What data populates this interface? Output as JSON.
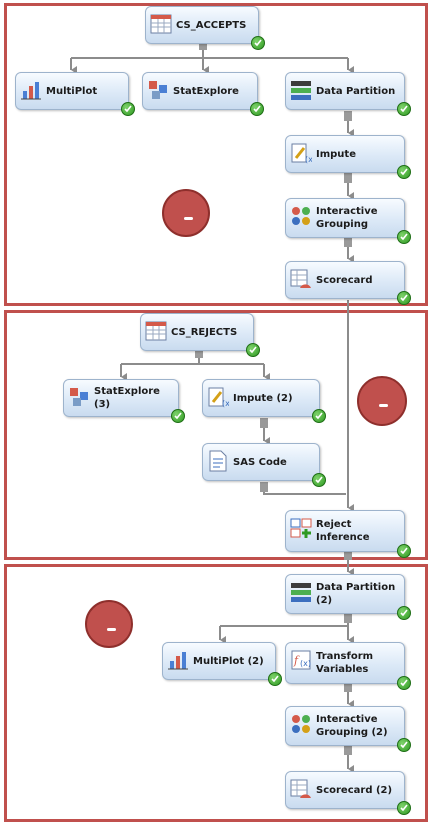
{
  "sections": [
    {
      "name": "accepts-section"
    },
    {
      "name": "rejects-section"
    },
    {
      "name": "final-section"
    }
  ],
  "nodes": {
    "cs_accepts": {
      "label": "CS_ACCEPTS",
      "icon": "data-source-icon",
      "status": "completed"
    },
    "multiplot": {
      "label": "MultiPlot",
      "icon": "multiplot-icon",
      "status": "completed"
    },
    "statexplore": {
      "label": "StatExplore",
      "icon": "statexplore-icon",
      "status": "completed"
    },
    "data_partition": {
      "label": "Data Partition",
      "icon": "data-partition-icon",
      "status": "completed"
    },
    "impute": {
      "label": "Impute",
      "icon": "impute-icon",
      "status": "completed"
    },
    "interactive_grouping": {
      "label": "Interactive Grouping",
      "icon": "interactive-grouping-icon",
      "status": "completed"
    },
    "scorecard": {
      "label": "Scorecard",
      "icon": "scorecard-icon",
      "status": "completed"
    },
    "cs_rejects": {
      "label": "CS_REJECTS",
      "icon": "data-source-icon",
      "status": "completed"
    },
    "statexplore_3": {
      "label": "StatExplore (3)",
      "icon": "statexplore-icon",
      "status": "completed"
    },
    "impute_2": {
      "label": "Impute (2)",
      "icon": "impute-icon",
      "status": "completed"
    },
    "sas_code": {
      "label": "SAS Code",
      "icon": "sas-code-icon",
      "status": "completed"
    },
    "reject_inference": {
      "label": "Reject Inference",
      "icon": "reject-inference-icon",
      "status": "completed"
    },
    "data_partition_2": {
      "label": "Data Partition (2)",
      "icon": "data-partition-icon",
      "status": "completed"
    },
    "multiplot_2": {
      "label": "MultiPlot (2)",
      "icon": "multiplot-icon",
      "status": "completed"
    },
    "transform_variables": {
      "label": "Transform Variables",
      "icon": "transform-variables-icon",
      "status": "completed"
    },
    "interactive_grouping_2": {
      "label": "Interactive Grouping (2)",
      "icon": "interactive-grouping-icon",
      "status": "completed"
    },
    "scorecard_2": {
      "label": "Scorecard (2)",
      "icon": "scorecard-icon",
      "status": "completed"
    }
  },
  "colors": {
    "section_border": "#c0504d",
    "marker_fill": "#c0504d",
    "link": "#8c8c8c",
    "check": "#2f9a22"
  }
}
